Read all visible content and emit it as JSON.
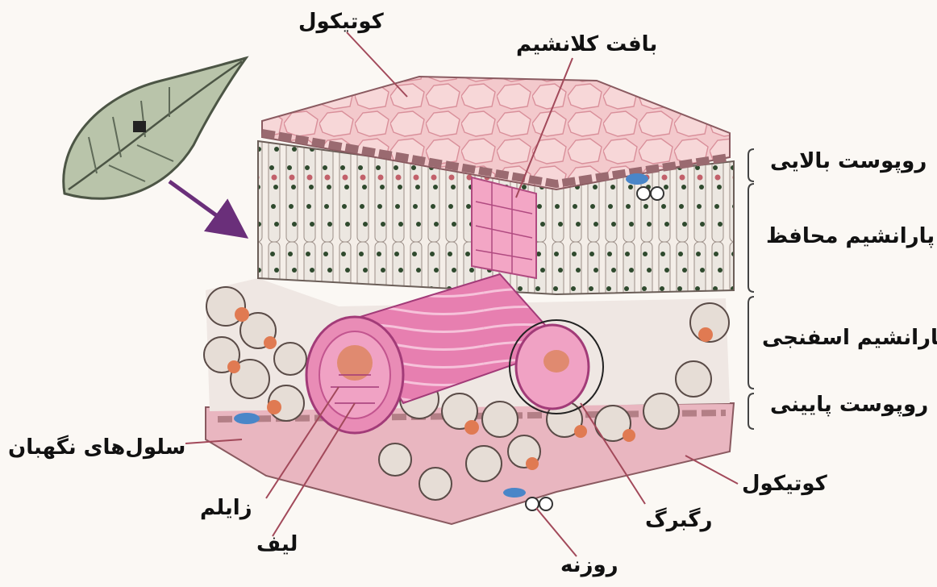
{
  "labels": {
    "cuticle_top": "کوتیکول",
    "collenchyma": "بافت کلانشیم",
    "upper_epidermis": "روپوست بالایی",
    "palisade": "پارانشیم محافظ",
    "spongy": "پارانشیم اسفنجی",
    "lower_epidermis": "روپوست پایینی",
    "guard_cells": "سلول‌های نگهبان",
    "cuticle_bottom": "کوتیکول",
    "xylem": "زایلم",
    "vein": "رگبرگ",
    "fiber": "لیف",
    "stomata": "روزنه"
  },
  "colors": {
    "cuticle": "#f2c4c6",
    "tissue_pink": "#e88fb0",
    "vein_magenta": "#d9559a",
    "cell_orange": "#e07a52",
    "chloroplast": "#2f4a2e",
    "guard_blue": "#4a86c8",
    "arrow_purple": "#6a2f7a",
    "leaf_green": "#b7c3a6"
  }
}
